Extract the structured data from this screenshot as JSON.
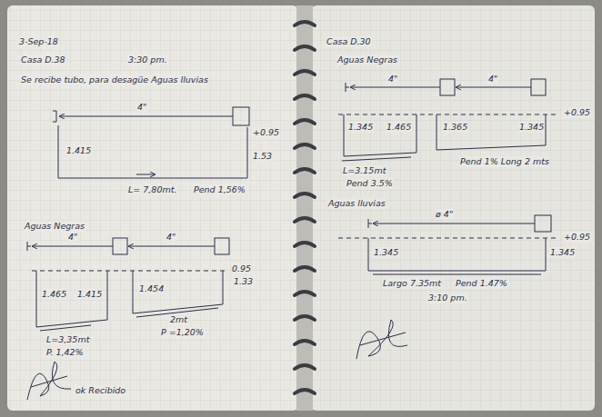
{
  "diagram": {
    "labels": [
      "3-Sep-18",
      "Casa D.38",
      "3:30 pm.",
      "Se recibe tubo, para desagüe Aguas lluvias",
      "4\"",
      "+0.95",
      "1.415",
      "1.53",
      "L= 7,80mt.",
      "Pend 1,56%",
      "Aguas Negras",
      "4\"",
      "4\"",
      "0.95",
      "1.33",
      "1.465",
      "1.415",
      "1.454",
      "2mt",
      "P =1,20%",
      "L=3,35mt",
      "P. 1,42%",
      "ok Recibido",
      "Casa D.30",
      "Aguas Negras",
      "4\"",
      "4\"",
      "+0.95",
      "1.345",
      "1.465",
      "1.365",
      "1.345",
      "L=3.15mt",
      "Pend 3.5%",
      "Pend 1% Long 2 mts",
      "Aguas lluvias",
      "ø 4\"",
      "+0.95",
      "1.345",
      "1.345",
      "Largo 7.35mt",
      "Pend 1.47%",
      "3:10 pm."
    ]
  }
}
